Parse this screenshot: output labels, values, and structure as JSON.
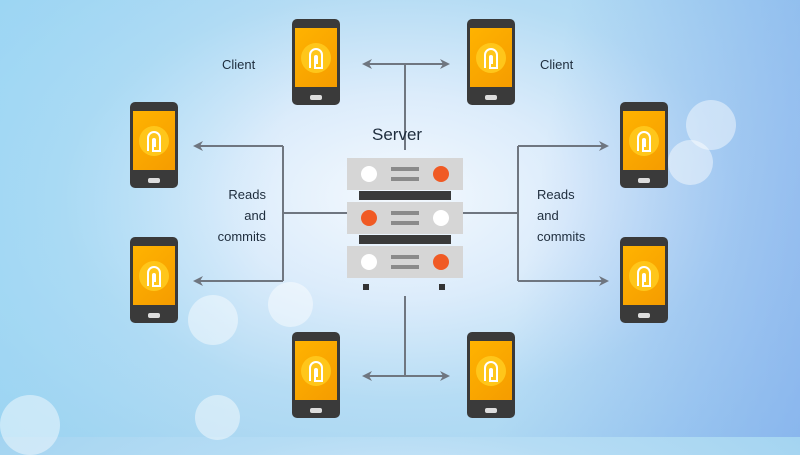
{
  "diagram": {
    "server_label": "Server",
    "client_labels": [
      "Client",
      "Client"
    ],
    "edge_labels": {
      "left": [
        "Reads",
        "and",
        "commits"
      ],
      "right": [
        "Reads",
        "and",
        "commits"
      ]
    },
    "nodes": {
      "server": {
        "type": "server",
        "units": 3
      },
      "clients": [
        {
          "id": "top-left"
        },
        {
          "id": "top-right"
        },
        {
          "id": "left-upper"
        },
        {
          "id": "left-lower"
        },
        {
          "id": "right-upper"
        },
        {
          "id": "right-lower"
        },
        {
          "id": "bottom-left"
        },
        {
          "id": "bottom-right"
        }
      ]
    },
    "colors": {
      "phone_screen": "#ffb300",
      "phone_body": "#3a3a3a",
      "server_led_active": "#f05a24",
      "server_led_idle": "#ffffff",
      "connector": "#6f7680"
    },
    "icons": {
      "phone": "smartphone-icon",
      "app_logo": "app-logo-icon",
      "server": "server-rack-icon"
    }
  }
}
